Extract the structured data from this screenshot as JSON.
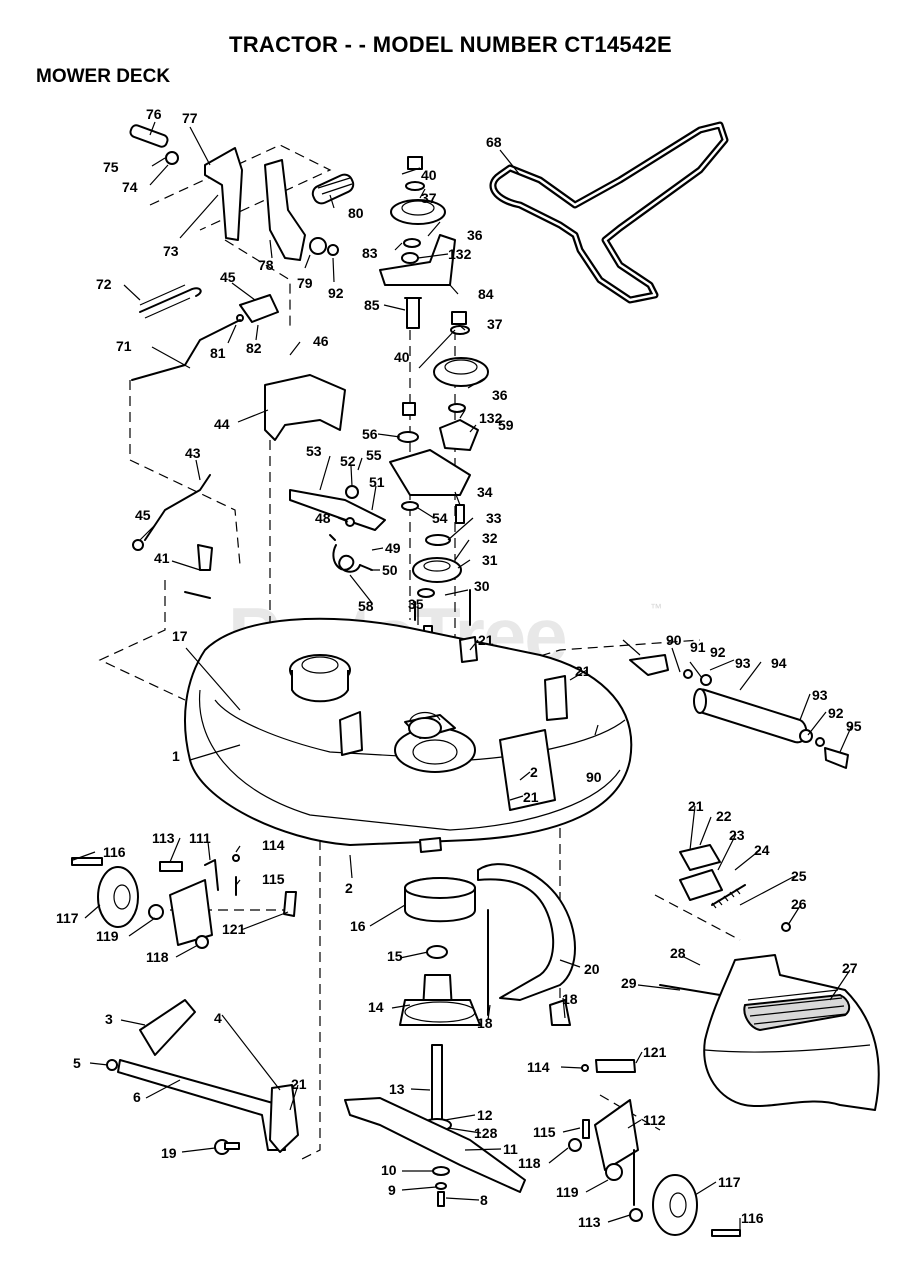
{
  "title": "TRACTOR - - MODEL NUMBER CT14542E",
  "section": "MOWER DECK",
  "watermark": {
    "text": "PartsTree",
    "tm": "™"
  },
  "callouts": [
    {
      "id": "c76",
      "text": "76"
    },
    {
      "id": "c77",
      "text": "77"
    },
    {
      "id": "c75",
      "text": "75"
    },
    {
      "id": "c74",
      "text": "74"
    },
    {
      "id": "c73",
      "text": "73"
    },
    {
      "id": "c78",
      "text": "78"
    },
    {
      "id": "c80",
      "text": "80"
    },
    {
      "id": "c79",
      "text": "79"
    },
    {
      "id": "c92a",
      "text": "92"
    },
    {
      "id": "c72",
      "text": "72"
    },
    {
      "id": "c45a",
      "text": "45"
    },
    {
      "id": "c81",
      "text": "81"
    },
    {
      "id": "c82",
      "text": "82"
    },
    {
      "id": "c71",
      "text": "71"
    },
    {
      "id": "c46",
      "text": "46"
    },
    {
      "id": "c44",
      "text": "44"
    },
    {
      "id": "c43",
      "text": "43"
    },
    {
      "id": "c45b",
      "text": "45"
    },
    {
      "id": "c41",
      "text": "41"
    },
    {
      "id": "c17",
      "text": "17"
    },
    {
      "id": "c1",
      "text": "1"
    },
    {
      "id": "c40a",
      "text": "40"
    },
    {
      "id": "c37a",
      "text": "37"
    },
    {
      "id": "c36a",
      "text": "36"
    },
    {
      "id": "c83",
      "text": "83"
    },
    {
      "id": "c132a",
      "text": "132"
    },
    {
      "id": "c84",
      "text": "84"
    },
    {
      "id": "c85",
      "text": "85"
    },
    {
      "id": "c68",
      "text": "68"
    },
    {
      "id": "c37b",
      "text": "37"
    },
    {
      "id": "c40b",
      "text": "40"
    },
    {
      "id": "c36b",
      "text": "36"
    },
    {
      "id": "c132b",
      "text": "132"
    },
    {
      "id": "c56",
      "text": "56"
    },
    {
      "id": "c59",
      "text": "59"
    },
    {
      "id": "c53",
      "text": "53"
    },
    {
      "id": "c52",
      "text": "52"
    },
    {
      "id": "c55",
      "text": "55"
    },
    {
      "id": "c51",
      "text": "51"
    },
    {
      "id": "c34",
      "text": "34"
    },
    {
      "id": "c48",
      "text": "48"
    },
    {
      "id": "c54",
      "text": "54"
    },
    {
      "id": "c33",
      "text": "33"
    },
    {
      "id": "c49",
      "text": "49"
    },
    {
      "id": "c32",
      "text": "32"
    },
    {
      "id": "c31",
      "text": "31"
    },
    {
      "id": "c50",
      "text": "50"
    },
    {
      "id": "c58",
      "text": "58"
    },
    {
      "id": "c30",
      "text": "30"
    },
    {
      "id": "c35",
      "text": "35"
    },
    {
      "id": "c21a",
      "text": "21"
    },
    {
      "id": "c90a",
      "text": "90"
    },
    {
      "id": "c91",
      "text": "91"
    },
    {
      "id": "c92b",
      "text": "92"
    },
    {
      "id": "c93a",
      "text": "93"
    },
    {
      "id": "c94",
      "text": "94"
    },
    {
      "id": "c21b",
      "text": "21"
    },
    {
      "id": "c93b",
      "text": "93"
    },
    {
      "id": "c92c",
      "text": "92"
    },
    {
      "id": "c95",
      "text": "95"
    },
    {
      "id": "c90b",
      "text": "90"
    },
    {
      "id": "c2a",
      "text": "2"
    },
    {
      "id": "c21c",
      "text": "21"
    },
    {
      "id": "c116a",
      "text": "116"
    },
    {
      "id": "c113a",
      "text": "113"
    },
    {
      "id": "c111",
      "text": "111"
    },
    {
      "id": "c114a",
      "text": "114"
    },
    {
      "id": "c115a",
      "text": "115"
    },
    {
      "id": "c117a",
      "text": "117"
    },
    {
      "id": "c119a",
      "text": "119"
    },
    {
      "id": "c121a",
      "text": "121"
    },
    {
      "id": "c118a",
      "text": "118"
    },
    {
      "id": "c2b",
      "text": "2"
    },
    {
      "id": "c16",
      "text": "16"
    },
    {
      "id": "c15",
      "text": "15"
    },
    {
      "id": "c20",
      "text": "20"
    },
    {
      "id": "c14",
      "text": "14"
    },
    {
      "id": "c18a",
      "text": "18"
    },
    {
      "id": "c18b",
      "text": "18"
    },
    {
      "id": "c21d",
      "text": "21"
    },
    {
      "id": "c22",
      "text": "22"
    },
    {
      "id": "c23",
      "text": "23"
    },
    {
      "id": "c24",
      "text": "24"
    },
    {
      "id": "c25",
      "text": "25"
    },
    {
      "id": "c26",
      "text": "26"
    },
    {
      "id": "c27",
      "text": "27"
    },
    {
      "id": "c28",
      "text": "28"
    },
    {
      "id": "c29",
      "text": "29"
    },
    {
      "id": "c3",
      "text": "3"
    },
    {
      "id": "c4",
      "text": "4"
    },
    {
      "id": "c5",
      "text": "5"
    },
    {
      "id": "c6",
      "text": "6"
    },
    {
      "id": "c21e",
      "text": "21"
    },
    {
      "id": "c19",
      "text": "19"
    },
    {
      "id": "c13",
      "text": "13"
    },
    {
      "id": "c12",
      "text": "12"
    },
    {
      "id": "c128",
      "text": "128"
    },
    {
      "id": "c11",
      "text": "11"
    },
    {
      "id": "c10",
      "text": "10"
    },
    {
      "id": "c9",
      "text": "9"
    },
    {
      "id": "c8",
      "text": "8"
    },
    {
      "id": "c114b",
      "text": "114"
    },
    {
      "id": "c121b",
      "text": "121"
    },
    {
      "id": "c115b",
      "text": "115"
    },
    {
      "id": "c112",
      "text": "112"
    },
    {
      "id": "c118b",
      "text": "118"
    },
    {
      "id": "c119b",
      "text": "119"
    },
    {
      "id": "c117b",
      "text": "117"
    },
    {
      "id": "c113b",
      "text": "113"
    },
    {
      "id": "c116b",
      "text": "116"
    }
  ]
}
